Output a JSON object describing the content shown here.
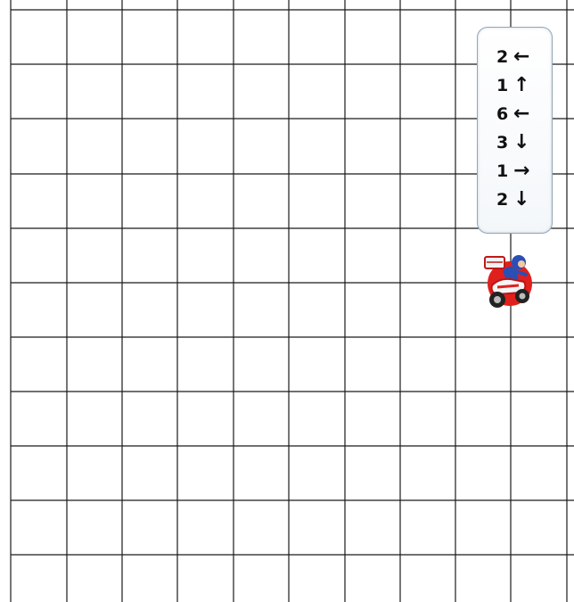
{
  "board": {
    "columns": 10,
    "rows": 11,
    "line_color": "#1a1a1a",
    "background": "#ffffff"
  },
  "instructions": [
    {
      "count": "2",
      "direction": "left",
      "arrow": "←"
    },
    {
      "count": "1",
      "direction": "up",
      "arrow": "↑"
    },
    {
      "count": "6",
      "direction": "left",
      "arrow": "←"
    },
    {
      "count": "3",
      "direction": "down",
      "arrow": "↓"
    },
    {
      "count": "1",
      "direction": "right",
      "arrow": "→"
    },
    {
      "count": "2",
      "direction": "down",
      "arrow": "↓"
    }
  ],
  "character": {
    "icon": "delivery-motorbike-rider-icon"
  }
}
